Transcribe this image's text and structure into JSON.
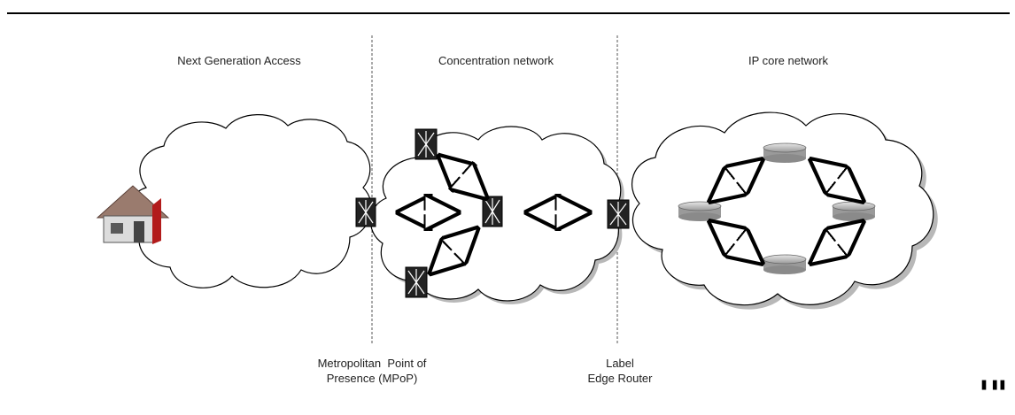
{
  "sections": {
    "access": "Next Generation Access",
    "concentration": "Concentration network",
    "core": "IP core network"
  },
  "annotations": {
    "mpop_line1": "Metropolitan  Point of",
    "mpop_line2": "Presence (MPoP)",
    "ler_line1": "Label",
    "ler_line2": "Edge Router"
  },
  "corner_fragment": "'\"",
  "icons": [
    "house-icon",
    "switch-icon",
    "router-icon",
    "bidirectional-arrow-icon",
    "cloud-icon"
  ],
  "colors": {
    "cloud_outline": "#000000",
    "cloud_shadow": "#b8b8b8",
    "switch_body": "#222222",
    "router_body": "#c8c8c8",
    "house_roof": "#9a7b6e",
    "house_door": "#b21b1b"
  }
}
